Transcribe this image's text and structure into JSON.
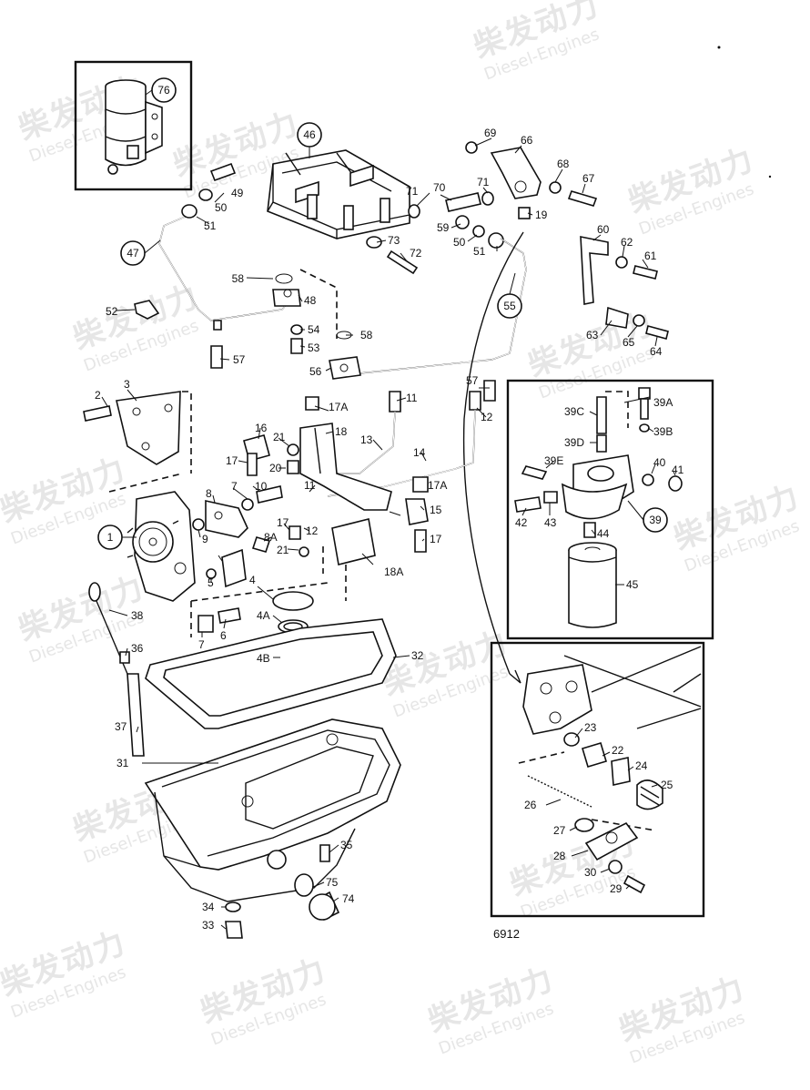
{
  "watermark": {
    "cn": "柴发动力",
    "en": "Diesel-Engines"
  },
  "drawing_number": "6912",
  "callouts": {
    "c1": "1",
    "c2": "2",
    "c3": "3",
    "c4": "4",
    "c4a": "4A",
    "c4b": "4B",
    "c5": "5",
    "c6": "6",
    "c7a": "7",
    "c7b": "7",
    "c8": "8",
    "c8a": "8A",
    "c9": "9",
    "c10": "10",
    "c11a": "11",
    "c11b": "11",
    "c12a": "12",
    "c12b": "12",
    "c13": "13",
    "c14": "14",
    "c15": "15",
    "c16": "16",
    "c17a": "17",
    "c17b": "17",
    "c17c": "17",
    "c17A1": "17A",
    "c17A2": "17A",
    "c18": "18",
    "c18a": "18A",
    "c19": "19",
    "c20": "20",
    "c21a": "21",
    "c21b": "21",
    "c22": "22",
    "c23": "23",
    "c24": "24",
    "c25": "25",
    "c26": "26",
    "c27": "27",
    "c28": "28",
    "c29": "29",
    "c30": "30",
    "c31": "31",
    "c32": "32",
    "c33": "33",
    "c34": "34",
    "c35": "35",
    "c36": "36",
    "c37": "37",
    "c38": "38",
    "c39": "39",
    "c39a": "39A",
    "c39b": "39B",
    "c39c": "39C",
    "c39d": "39D",
    "c39e": "39E",
    "c40": "40",
    "c41": "41",
    "c42": "42",
    "c43": "43",
    "c44": "44",
    "c45": "45",
    "c46": "46",
    "c47": "47",
    "c48": "48",
    "c49": "49",
    "c50a": "50",
    "c50b": "50",
    "c51a": "51",
    "c51b": "51",
    "c52": "52",
    "c53": "53",
    "c54": "54",
    "c55": "55",
    "c56": "56",
    "c57a": "57",
    "c57b": "57",
    "c58a": "58",
    "c58b": "58",
    "c59": "59",
    "c60": "60",
    "c61": "61",
    "c62": "62",
    "c63": "63",
    "c64": "64",
    "c65": "65",
    "c66": "66",
    "c67": "67",
    "c68": "68",
    "c69": "69",
    "c70": "70",
    "c71a": "71",
    "c71b": "71",
    "c72": "72",
    "c73": "73",
    "c74": "74",
    "c75": "75",
    "c76": "76"
  }
}
